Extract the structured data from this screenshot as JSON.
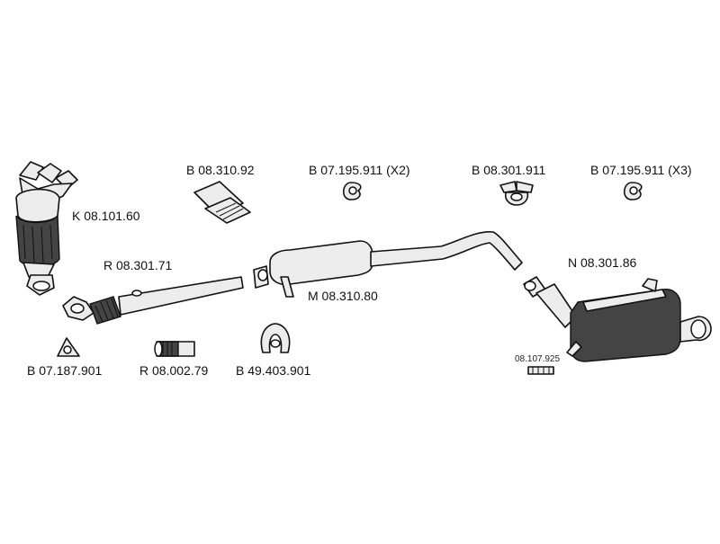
{
  "parts": [
    {
      "id": "catalyst",
      "code": "K 08.101.60"
    },
    {
      "id": "front-pipe",
      "code": "R 08.301.71"
    },
    {
      "id": "gasket-triangle",
      "code": "B 07.187.901"
    },
    {
      "id": "repair-pipe",
      "code": "R 08.002.79"
    },
    {
      "id": "rubber-mount",
      "code": "B 49.403.901"
    },
    {
      "id": "clamp-set",
      "code": "B 08.310.92"
    },
    {
      "id": "clamp-x2",
      "code": "B 07.195.911 (X2)"
    },
    {
      "id": "middle-silencer",
      "code": "M 08.310.80"
    },
    {
      "id": "bracket-clamp",
      "code": "B 08.301.911"
    },
    {
      "id": "clamp-x3",
      "code": "B 07.195.911 (X3)"
    },
    {
      "id": "rear-silencer",
      "code": "N 08.301.86"
    },
    {
      "id": "hardware-kit",
      "code": "08.107.925"
    }
  ]
}
